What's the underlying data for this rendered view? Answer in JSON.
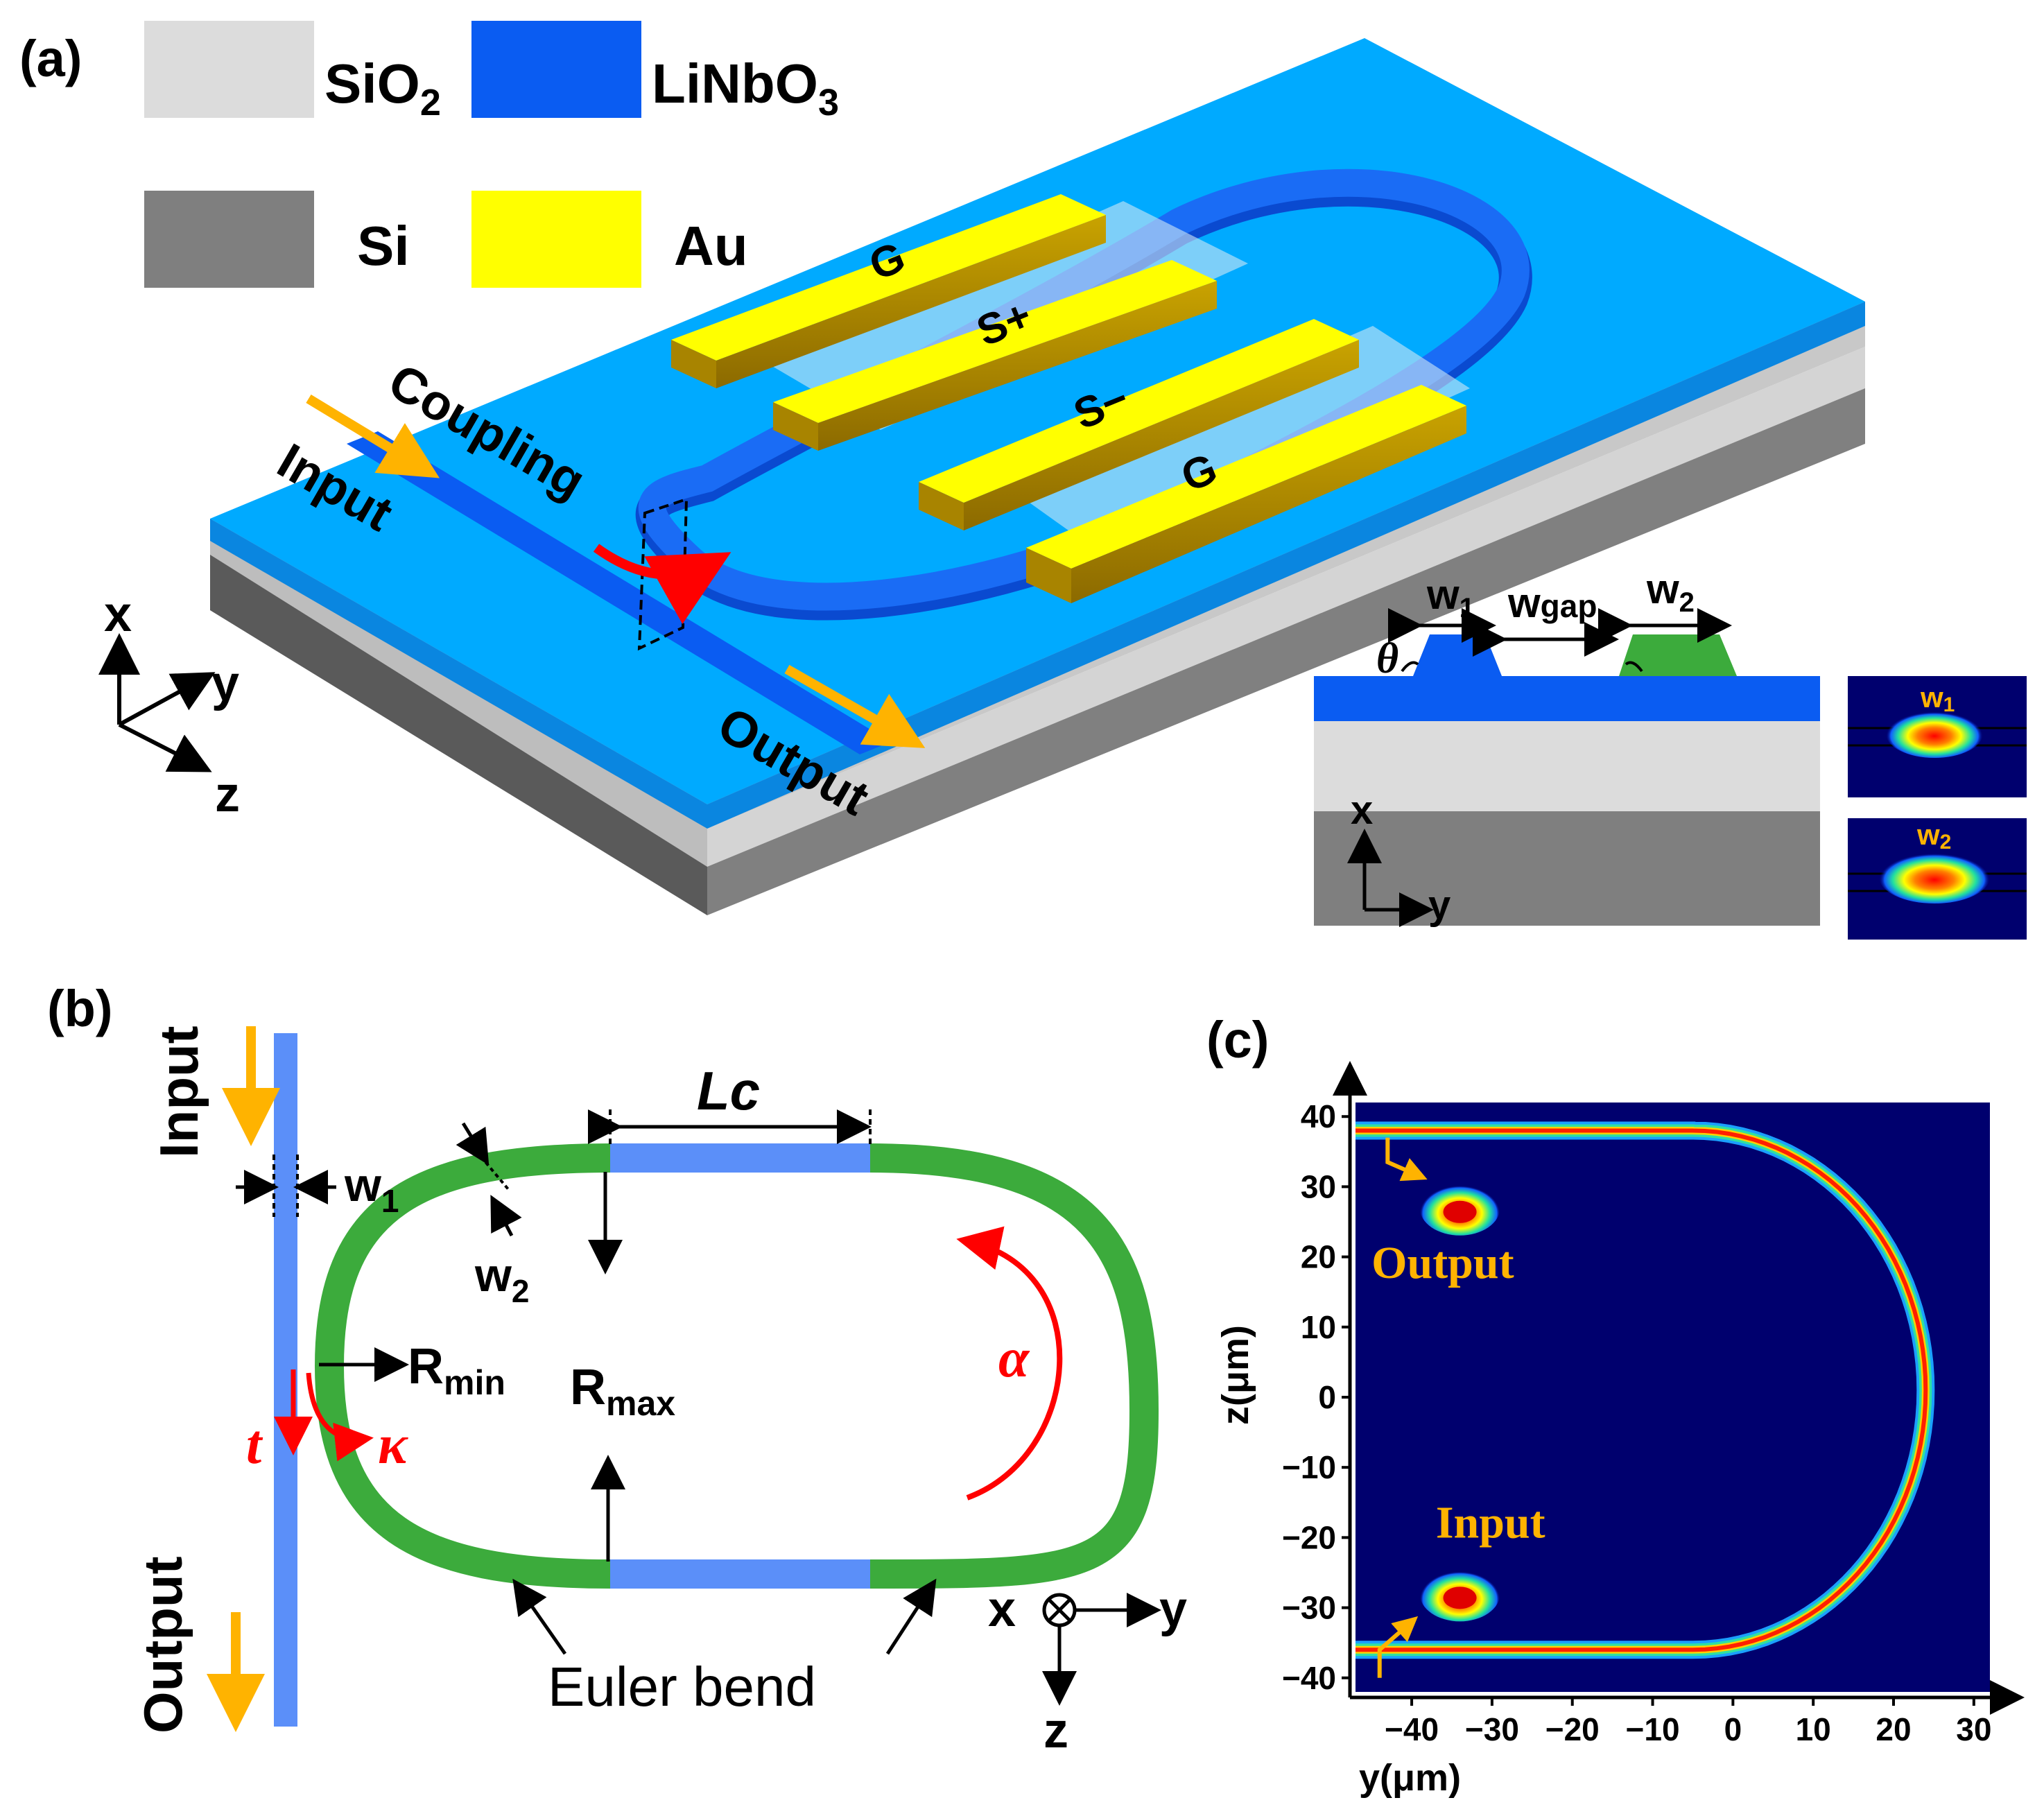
{
  "panel_labels": {
    "a": "(a)",
    "b": "(b)",
    "c": "(c)"
  },
  "legend": [
    {
      "label": "SiO",
      "sub": "2",
      "color": "#dcdcdc"
    },
    {
      "label": "LiNbO",
      "sub": "3",
      "color": "#0a5cf2"
    },
    {
      "label": "Si",
      "sub": "",
      "color": "#7f7f7f"
    },
    {
      "label": "Au",
      "sub": "",
      "color": "#ffff00"
    }
  ],
  "panel_a": {
    "electrodes": [
      "G",
      "S+",
      "S−",
      "G"
    ],
    "coupling": "Coupling",
    "input": "Input",
    "output": "Output",
    "axes": {
      "x": "x",
      "y": "y",
      "z": "z"
    },
    "cross_section": {
      "w1": "w",
      "w1_sub": "1",
      "wgap": "w",
      "wgap_sub": "gap",
      "w2": "w",
      "w2_sub": "2",
      "theta": "θ",
      "axis_x": "x",
      "axis_y": "y",
      "mode1": "w",
      "mode1_sub": "1",
      "mode2": "w",
      "mode2_sub": "2"
    },
    "colors": {
      "substrate_top": "#00aaff",
      "linbo3": "#0a5cf2",
      "sio2": "#d9d9d9",
      "si": "#7f7f7f",
      "gold": "#ffff00",
      "arrow": "#ffb300",
      "red": "#ff0000",
      "green": "#3cab3c"
    }
  },
  "panel_b": {
    "input": "Input",
    "output": "Output",
    "w1": "w",
    "w1_sub": "1",
    "w2": "w",
    "w2_sub": "2",
    "lc": "Lc",
    "rmin": "R",
    "rmin_sub": "min",
    "rmax": "R",
    "rmax_sub": "max",
    "alpha": "α",
    "t": "t",
    "kappa": "κ",
    "euler": "Euler bend",
    "axes": {
      "x": "x",
      "y": "y",
      "z": "z"
    },
    "colors": {
      "bus": "#5b8ff9",
      "ring": "#3cab3c",
      "straight": "#5b8ff9",
      "arrow": "#ffb300",
      "red": "#ff0000"
    }
  },
  "panel_c": {
    "xlabel": "y(μm)",
    "ylabel": "z(μm)",
    "xticks": [
      "−40",
      "−30",
      "−20",
      "−10",
      "0",
      "10",
      "20",
      "30"
    ],
    "yticks": [
      "40",
      "30",
      "20",
      "10",
      "0",
      "−10",
      "−20",
      "−30",
      "−40"
    ],
    "output": "Output",
    "input": "Input",
    "colors": {
      "background": "#00006e",
      "label": "#ffb300"
    }
  },
  "chart_data": {
    "type": "heatmap",
    "title": "",
    "xlabel": "y(μm)",
    "ylabel": "z(μm)",
    "xlim": [
      -47,
      32
    ],
    "ylim": [
      -42,
      42
    ],
    "x_tick_values": [
      -40,
      -30,
      -20,
      -10,
      0,
      10,
      20,
      30
    ],
    "y_tick_values": [
      40,
      30,
      20,
      10,
      0,
      -10,
      -20,
      -30,
      -40
    ],
    "waveguide_path": {
      "top_straight_z": 38,
      "bottom_straight_z": -36,
      "start_y": -47,
      "bend_start_y": -5,
      "apex_y": 24
    },
    "mode_profiles": [
      {
        "label": "Output",
        "y": -34,
        "z": 27
      },
      {
        "label": "Input",
        "y": -34,
        "z": -28
      }
    ]
  }
}
